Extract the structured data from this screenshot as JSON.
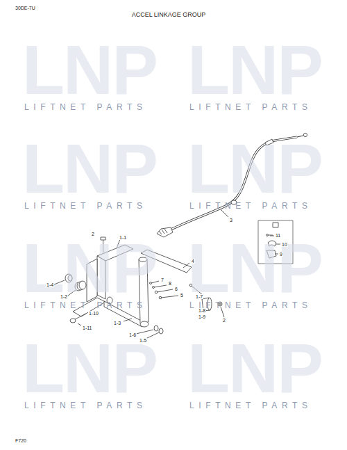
{
  "diagram": {
    "title": "ACCEL LINKAGE GROUP",
    "labels": [
      "30DE-7U",
      "F720",
      "LNP",
      "LNP",
      "LIFTNET PARTS",
      "LIFTNET PARTS",
      "LNP",
      "LNP",
      "LIFTNET PARTS",
      "LIFTNET PARTS",
      "LNP",
      "LNP",
      "LIFTNET PARTS",
      "LIFTNET PARTS",
      "LNP",
      "LNP",
      "LIFTNET PARTS",
      "LIFTNET PARTS",
      "1-1",
      "2",
      "3",
      "4",
      "1-4",
      "1-2",
      "7",
      "8",
      "6",
      "5",
      "1-7",
      "1-10",
      "1-11",
      "1-3",
      "1-8",
      "1-9",
      "2",
      "1-6",
      "1-5",
      "11",
      "10",
      "9"
    ]
  }
}
